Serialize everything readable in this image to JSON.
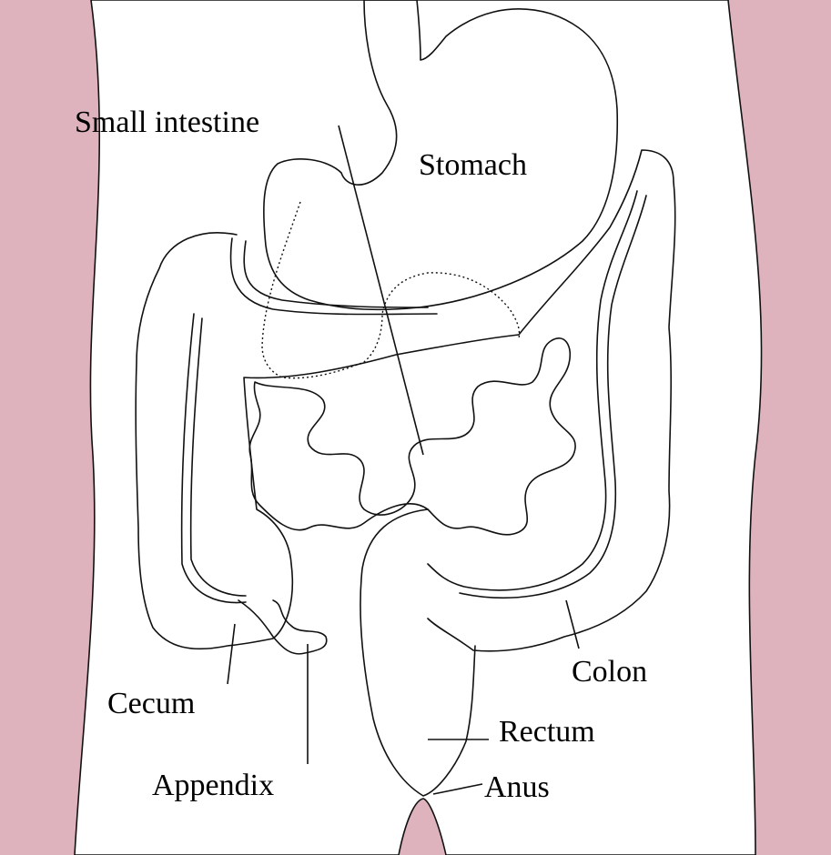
{
  "labels": {
    "small_intestine": "Small intestine",
    "stomach": "Stomach",
    "colon": "Colon",
    "cecum": "Cecum",
    "rectum": "Rectum",
    "appendix": "Appendix",
    "anus": "Anus"
  },
  "colors": {
    "body_outside": "#dfb3be",
    "body_fill": "#ffffff",
    "outline": "#111111"
  }
}
